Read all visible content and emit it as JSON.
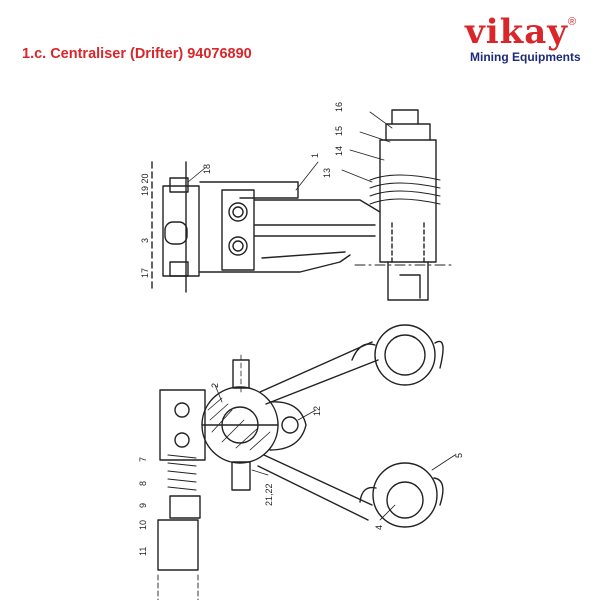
{
  "page_title": "1.c. Centraliser (Drifter) 94076890",
  "logo": {
    "word": "vikay",
    "registered": "®",
    "tagline": "Mining Equipments"
  },
  "callouts": {
    "top": [
      "16",
      "15",
      "14",
      "13",
      "1",
      "18",
      "19 20",
      "3",
      "17"
    ],
    "bottom": [
      "2",
      "12",
      "5",
      "4",
      "21,22",
      "7",
      "8",
      "9",
      "10",
      "11"
    ]
  },
  "colors": {
    "brand_red": "#d9262b",
    "brand_navy": "#1e2a7a",
    "ink": "#222222"
  }
}
